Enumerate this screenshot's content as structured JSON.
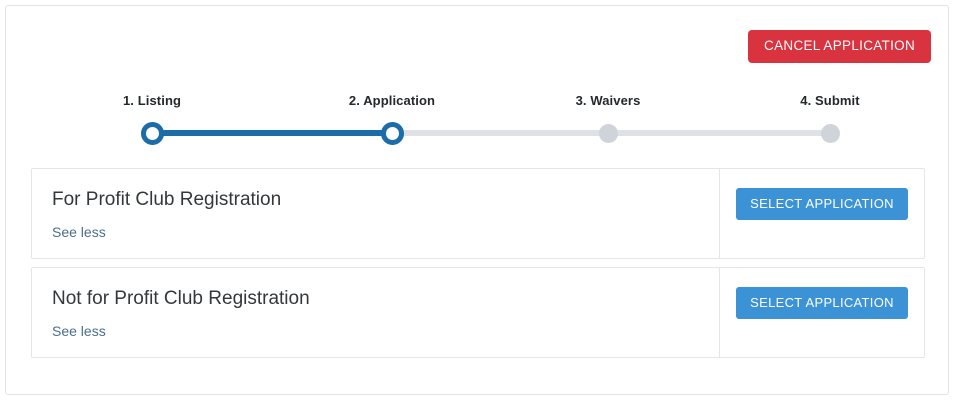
{
  "colors": {
    "cancel_red": "#d9333f",
    "select_blue": "#3b92d4",
    "step_active": "#1b6ca8",
    "step_inactive": "#ced4da",
    "link_blue": "#4a6e8a",
    "panel_border": "#dfe5e6"
  },
  "toolbar": {
    "cancel_label": "CANCEL APPLICATION"
  },
  "stepper": {
    "steps": [
      {
        "label": "1. Listing",
        "state": "active"
      },
      {
        "label": "2. Application",
        "state": "active"
      },
      {
        "label": "3. Waivers",
        "state": "inactive"
      },
      {
        "label": "4. Submit",
        "state": "inactive"
      }
    ]
  },
  "applications": [
    {
      "title": "For Profit Club Registration",
      "toggle_label": "See less",
      "select_label": "SELECT APPLICATION"
    },
    {
      "title": "Not for Profit Club Registration",
      "toggle_label": "See less",
      "select_label": "SELECT APPLICATION"
    }
  ]
}
